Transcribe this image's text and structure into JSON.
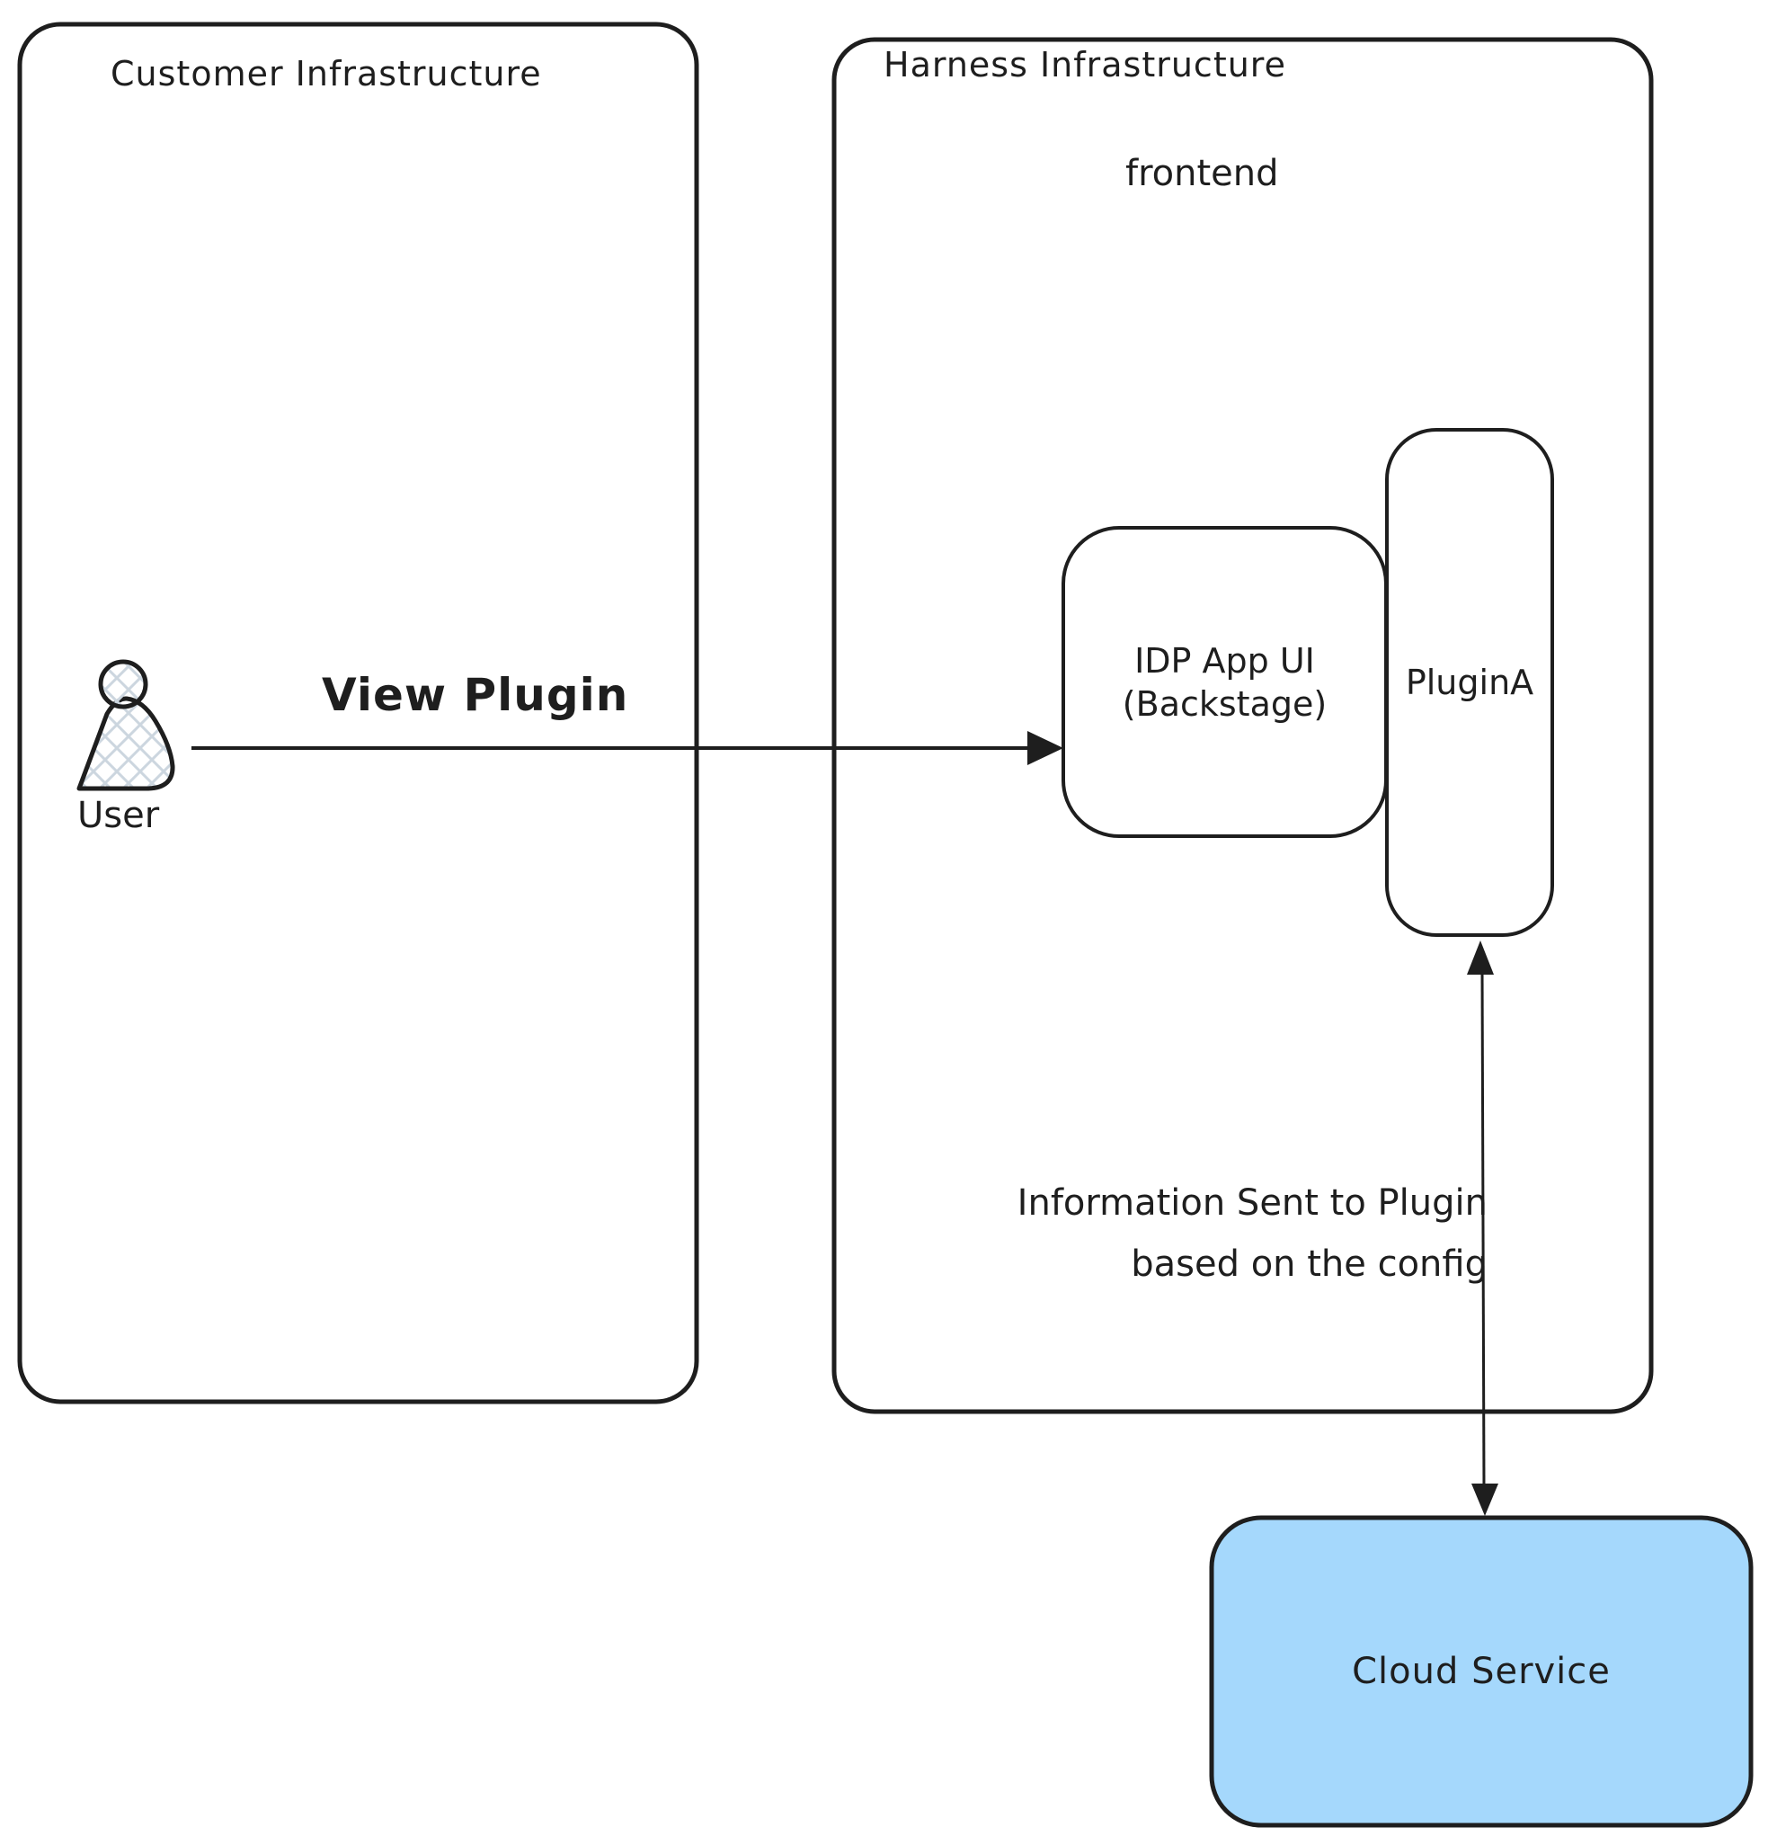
{
  "diagram": {
    "background": "#ffffff",
    "stroke_color": "#1e1e1e",
    "containers": {
      "customer_infrastructure": {
        "title": "Customer Infrastructure"
      },
      "harness_infrastructure": {
        "title": "Harness Infrastructure",
        "region_label": "frontend"
      }
    },
    "nodes": {
      "user": {
        "label": "User"
      },
      "idp_app_ui": {
        "title_line1": "IDP App UI",
        "title_line2": "(Backstage)"
      },
      "plugin_a": {
        "label": "PluginA"
      },
      "cloud_service": {
        "label": "Cloud Service",
        "fill_color": "#a5d8fc"
      }
    },
    "edges": {
      "user_to_idp": {
        "label": "View Plugin",
        "direction": "right"
      },
      "plugin_to_cloud": {
        "label_line1": "Information Sent to Plugin",
        "label_line2": "based on the config",
        "direction": "both"
      }
    }
  }
}
